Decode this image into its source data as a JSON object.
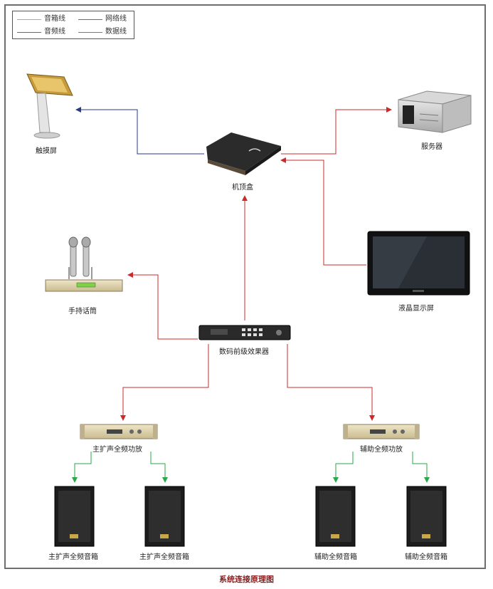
{
  "legend": {
    "items": [
      {
        "label": "音箱线",
        "color": "#d9a441"
      },
      {
        "label": "网络线",
        "color": "#2a8a8a"
      },
      {
        "label": "音频线",
        "color": "#a8478a"
      },
      {
        "label": "数据线",
        "color": "#2a9a9a"
      }
    ]
  },
  "devices": {
    "touchscreen": "触摸屏",
    "settop": "机顶盒",
    "server": "服务器",
    "lcd": "液晶显示屏",
    "mic": "手持话筒",
    "processor": "数码前级效果器",
    "main_amp": "主扩声全频功放",
    "aux_amp": "辅助全频功放",
    "main_spk_1": "主扩声全频音箱",
    "main_spk_2": "主扩声全频音箱",
    "aux_spk_1": "辅助全频音箱",
    "aux_spk_2": "辅助全频音箱"
  },
  "caption": "系统连接原理图",
  "colors": {
    "network_line": "#2a3a8a",
    "signal_line": "#cc2a2a",
    "speaker_line": "#2aa84a",
    "frame": "#6e6e6e"
  }
}
